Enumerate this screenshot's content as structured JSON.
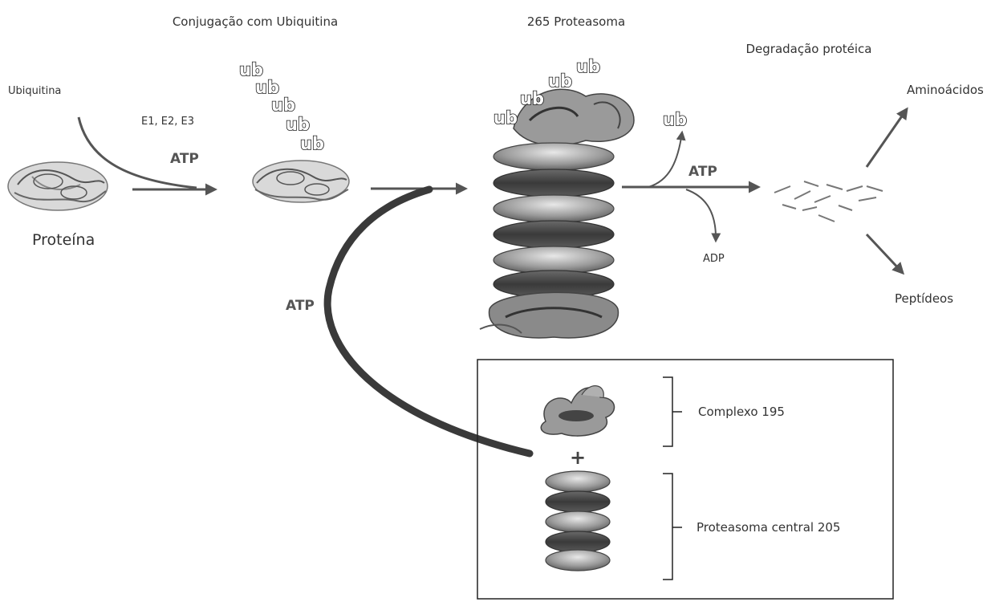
{
  "labels": {
    "conjugacao": "Conjugação com Ubiquitina",
    "proteasoma26": "265 Proteasoma",
    "degradacao": "Degradação protéica",
    "ubiquitina": "Ubiquitina",
    "enzimas": "E1, E2, E3",
    "proteina": "Proteína",
    "atp": "ATP",
    "adp": "ADP",
    "aminoacidos": "Aminoácidos",
    "peptideos": "Peptídeos",
    "ub": "ub",
    "plus": "+",
    "complexo19": "Complexo 195",
    "proteasoma20": "Proteasoma central 205"
  },
  "colors": {
    "arrow": "#555555",
    "box_border": "#222222"
  }
}
